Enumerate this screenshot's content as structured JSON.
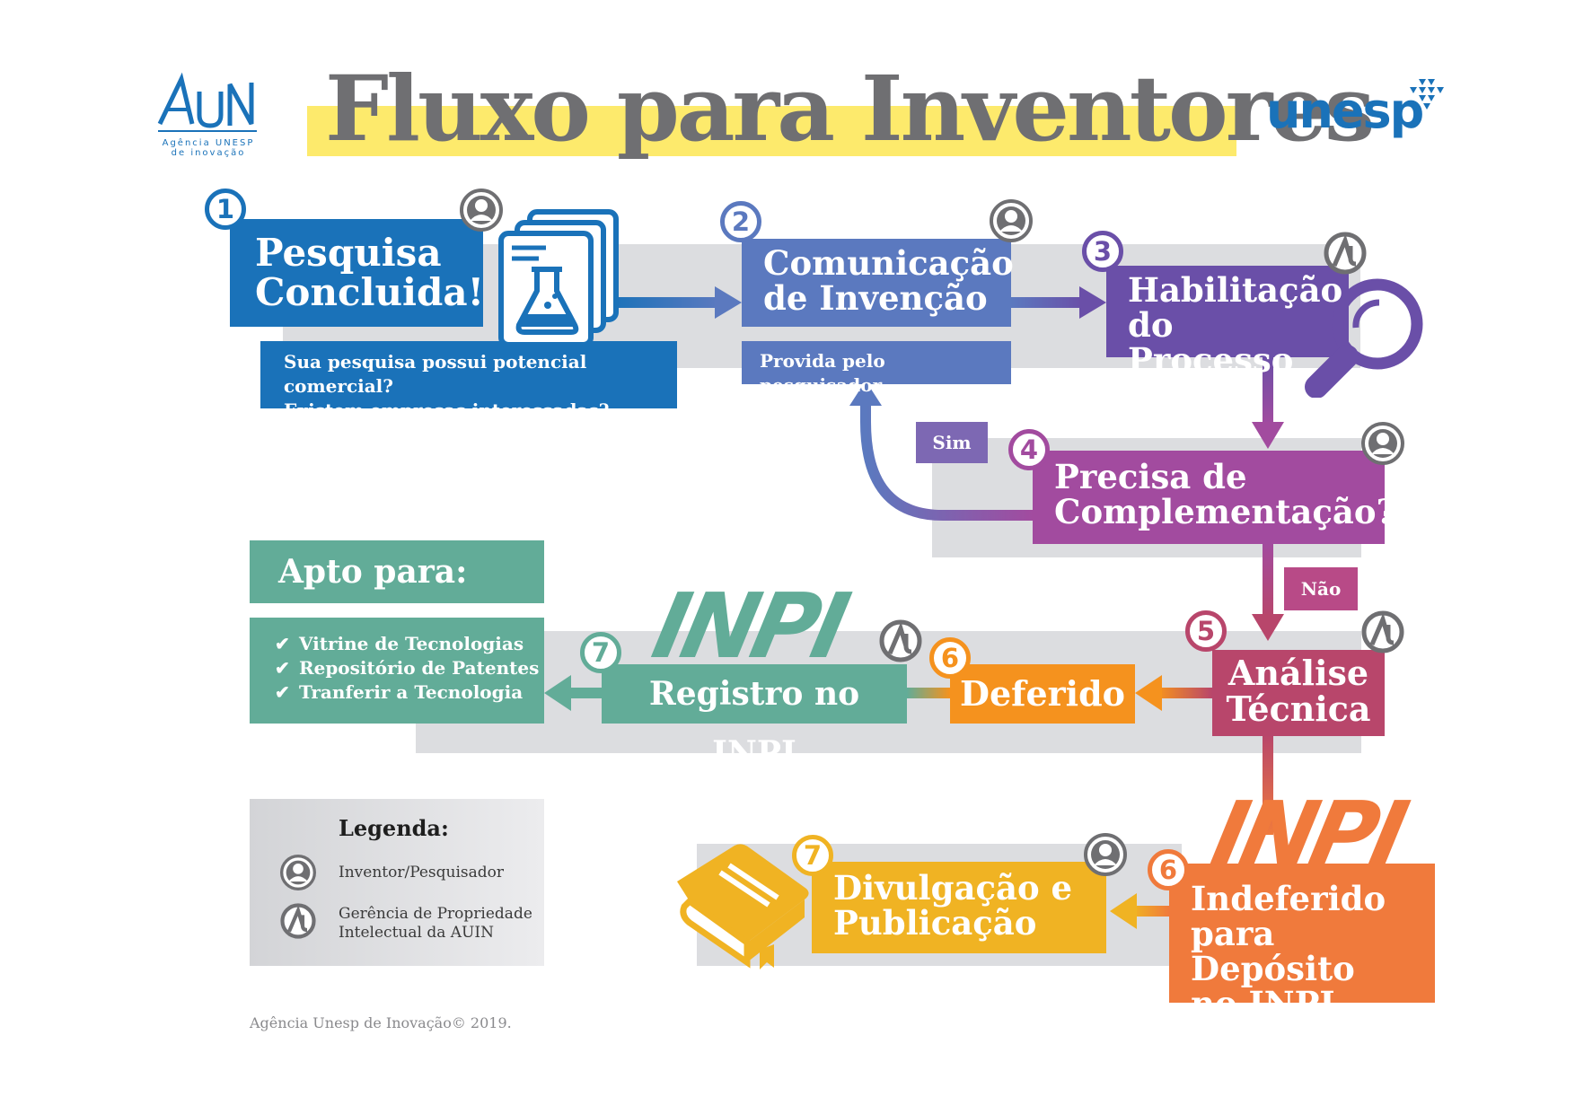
{
  "title": "Fluxo para Inventores",
  "logos": {
    "auin_mark": "AUIN",
    "auin_line1": "Agência UNESP",
    "auin_line2": "de inovação",
    "unesp": "unesp"
  },
  "steps": {
    "s1": {
      "num": "1",
      "line1": "Pesquisa",
      "line2": "Concluida!",
      "note1": "Sua pesquisa possui potencial comercial?",
      "note2": "Existem empresas interessadas?",
      "color": "#1a72b9"
    },
    "s2": {
      "num": "2",
      "line1": "Comunicação",
      "line2": "de Invenção",
      "note": "Provida pelo pesquisador",
      "color": "#5b79bf"
    },
    "s3": {
      "num": "3",
      "line1": "Habilitação",
      "line2": "do Processo",
      "color": "#6a4fa8"
    },
    "s4": {
      "num": "4",
      "line1": "Precisa de",
      "line2": "Complementação?",
      "color": "#a24b9f"
    },
    "s5": {
      "num": "5",
      "line1": "Análise",
      "line2": "Técnica",
      "color": "#b8466b"
    },
    "s6a": {
      "num": "6",
      "line1": "Deferido",
      "color": "#f5921e"
    },
    "s7a": {
      "num": "7",
      "line1": "Registro no INPI",
      "color": "#62ac98"
    },
    "s6b": {
      "num": "6",
      "line1": "Indeferido",
      "line2": "para Depósito",
      "line3": "no INPI",
      "color": "#f07a3c"
    },
    "s7b": {
      "num": "7",
      "line1": "Divulgação e",
      "line2": "Publicação",
      "color": "#f0b323"
    }
  },
  "decisions": {
    "yes": "Sim",
    "no": "Não"
  },
  "inpi_label": "INPI",
  "apto": {
    "heading": "Apto para:",
    "items": [
      "Vitrine de Tecnologias",
      "Repositório de Patentes",
      "Tranferir a Tecnologia"
    ]
  },
  "legend": {
    "heading": "Legenda:",
    "inventor": "Inventor/Pesquisador",
    "gerencia_line1": "Gerência de Propriedade",
    "gerencia_line2": "Intelectual da AUIN"
  },
  "footer": "Agência Unesp de Inovação© 2019.",
  "icons": {
    "inventor": "person-circle-icon",
    "auin": "auin-a-circle-icon",
    "documents": "flask-documents-icon",
    "magnifier": "magnifier-icon",
    "book": "book-icon",
    "check": "check-icon"
  }
}
